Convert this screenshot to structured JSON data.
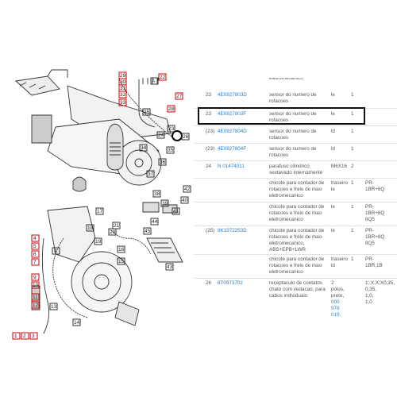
{
  "diagram": {
    "callouts": [
      "29",
      "30",
      "31",
      "32",
      "33",
      "28",
      "27",
      "26",
      "25",
      "24",
      "23",
      "22",
      "34",
      "35",
      "36",
      "37",
      "38",
      "39",
      "40",
      "41",
      "42",
      "43",
      "44",
      "45",
      "4",
      "5",
      "6",
      "7",
      "8",
      "9",
      "10",
      "11",
      "12",
      "13",
      "14",
      "15",
      "16",
      "17",
      "18",
      "19",
      "20",
      "21",
      "2",
      "3",
      "1",
      "A"
    ]
  },
  "table": {
    "top_partial": "eletromecanico",
    "rows": [
      {
        "pos": "23",
        "pn": "4E0927803D",
        "desc": "sensor do numero de\nrotacoes",
        "side": "le",
        "qty": "1",
        "note": ""
      },
      {
        "pos": "23",
        "pn": "4E0927803F",
        "desc": "sensor do numero de\nrotacoes",
        "side": "le",
        "qty": "1",
        "note": ""
      },
      {
        "pos": "(23)",
        "pn": "4E0927804D",
        "desc": "sensor do numero de\nrotacoes",
        "side": "ld",
        "qty": "1",
        "note": ""
      },
      {
        "pos": "(23)",
        "pn": "4E0927804F",
        "desc": "sensor do numero de\nrotacoes",
        "side": "ld",
        "qty": "1",
        "note": ""
      },
      {
        "pos": "24",
        "pn": "N 01474011",
        "desc": "parafuso cilindrico\nsextavado internamente",
        "side": "M6X16",
        "qty": "2",
        "note": ""
      },
      {
        "pos": "",
        "pn": "",
        "desc": "chicote para contador de\nrotacoes e freio de mao\neletromecanico",
        "side": "traseiro\nle",
        "qty": "1",
        "note": "PR-\n1BR+8Q"
      },
      {
        "pos": "",
        "pn": "",
        "desc": "chicote para contador de\nrotacoes e freio de mao\neletromecanico",
        "side": "le",
        "qty": "1",
        "note": "PR-\n1BR+8Q\n8Q5"
      },
      {
        "pos": "(25)",
        "pn": "8K1972253D",
        "desc": "chicote para contador de\nrotacoes e freio de mao\neletromecanico,\nABS+EPB+LWR",
        "side": "le",
        "qty": "1",
        "note": "PR-\n1BR+8Q\n8Q5"
      },
      {
        "pos": "",
        "pn": "",
        "desc": "chicote para contador de\nrotacoes e freio de mao\neletromecanico",
        "side": "traseiro\nld",
        "qty": "1",
        "note": "PR-\n1BR,1B"
      },
      {
        "pos": "26",
        "pn": "8T0973702",
        "desc": "receptaculo de contatos\nchato com vedacao, para\ncabos individuais:",
        "side": "2\npolos,\npreto,",
        "qty": "",
        "note": "1;;X;X;X0,35,\n0,35,\n1,0,\n1,0"
      },
      {
        "pos": "",
        "pn": "",
        "desc": "",
        "side": "000\n979\n019,",
        "qty": "",
        "note": ""
      }
    ]
  }
}
